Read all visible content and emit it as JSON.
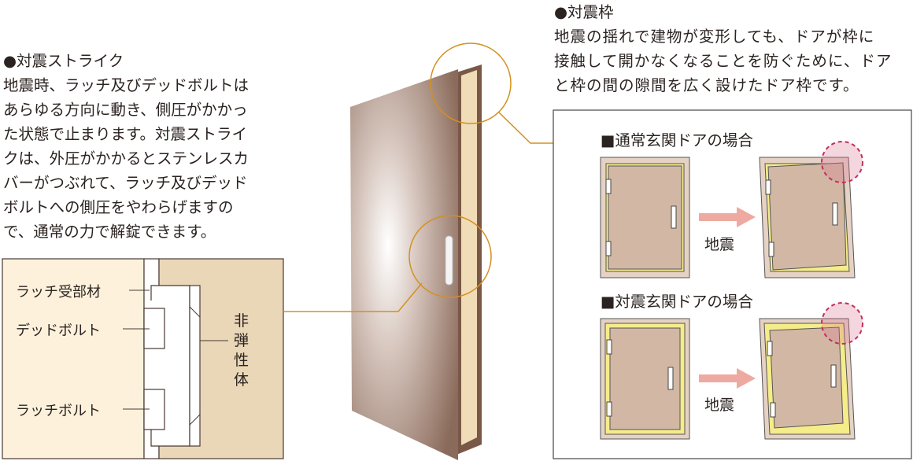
{
  "strike": {
    "heading": "●対震ストライク",
    "lines": [
      "地震時、ラッチ及びデッドボルトは",
      "あらゆる方向に動き、側圧がかかっ",
      "た状態で止まります。対震ストライ",
      "クは、外圧がかかるとステンレスカ",
      "バーがつぶれて、ラッチ及びデッド",
      "ボルトへの側圧をやわらげますの",
      "で、通常の力で解錠できます。"
    ],
    "labels": {
      "latch_receiver": "ラッチ受部材",
      "deadbolt": "デッドボルト",
      "latch_bolt": "ラッチボルト",
      "inelastic": "非弾性体"
    }
  },
  "frame": {
    "heading": "●対震枠",
    "lines": [
      "地震の揺れで建物が変形しても、ドアが枠に",
      "接触して開かなくなることを防ぐために、ドア",
      "と枠の間の隙間を広く設けたドア枠です。"
    ],
    "normal_title": "■通常玄関ドアの場合",
    "seismic_title": "■対震玄関ドアの場合",
    "arrow_label": "地震"
  },
  "colors": {
    "accent": "#d4901f",
    "highlight": "#c0305a",
    "gap": "#f5ec8a",
    "arrow": "#eeaaa0"
  }
}
